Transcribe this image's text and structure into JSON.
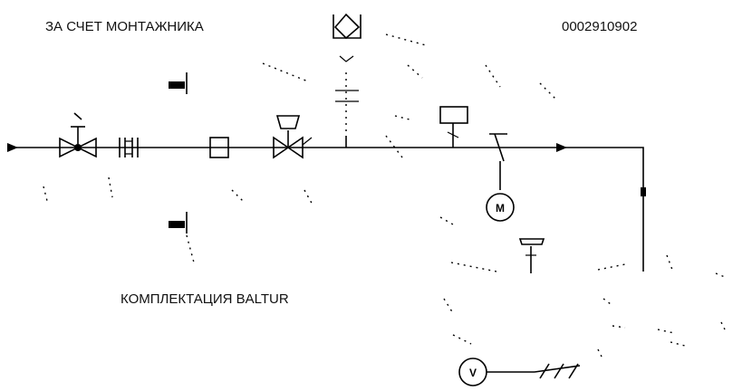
{
  "labels": {
    "top_left": "ЗА СЧЕТ МОНТАЖНИКА",
    "top_right": "0002910902",
    "bottom": "КОМПЛЕКТАЦИЯ BALTUR"
  },
  "symbols": {
    "motor": "M",
    "valve_actuator": "V"
  },
  "colors": {
    "line": "#000000",
    "background": "#ffffff"
  }
}
